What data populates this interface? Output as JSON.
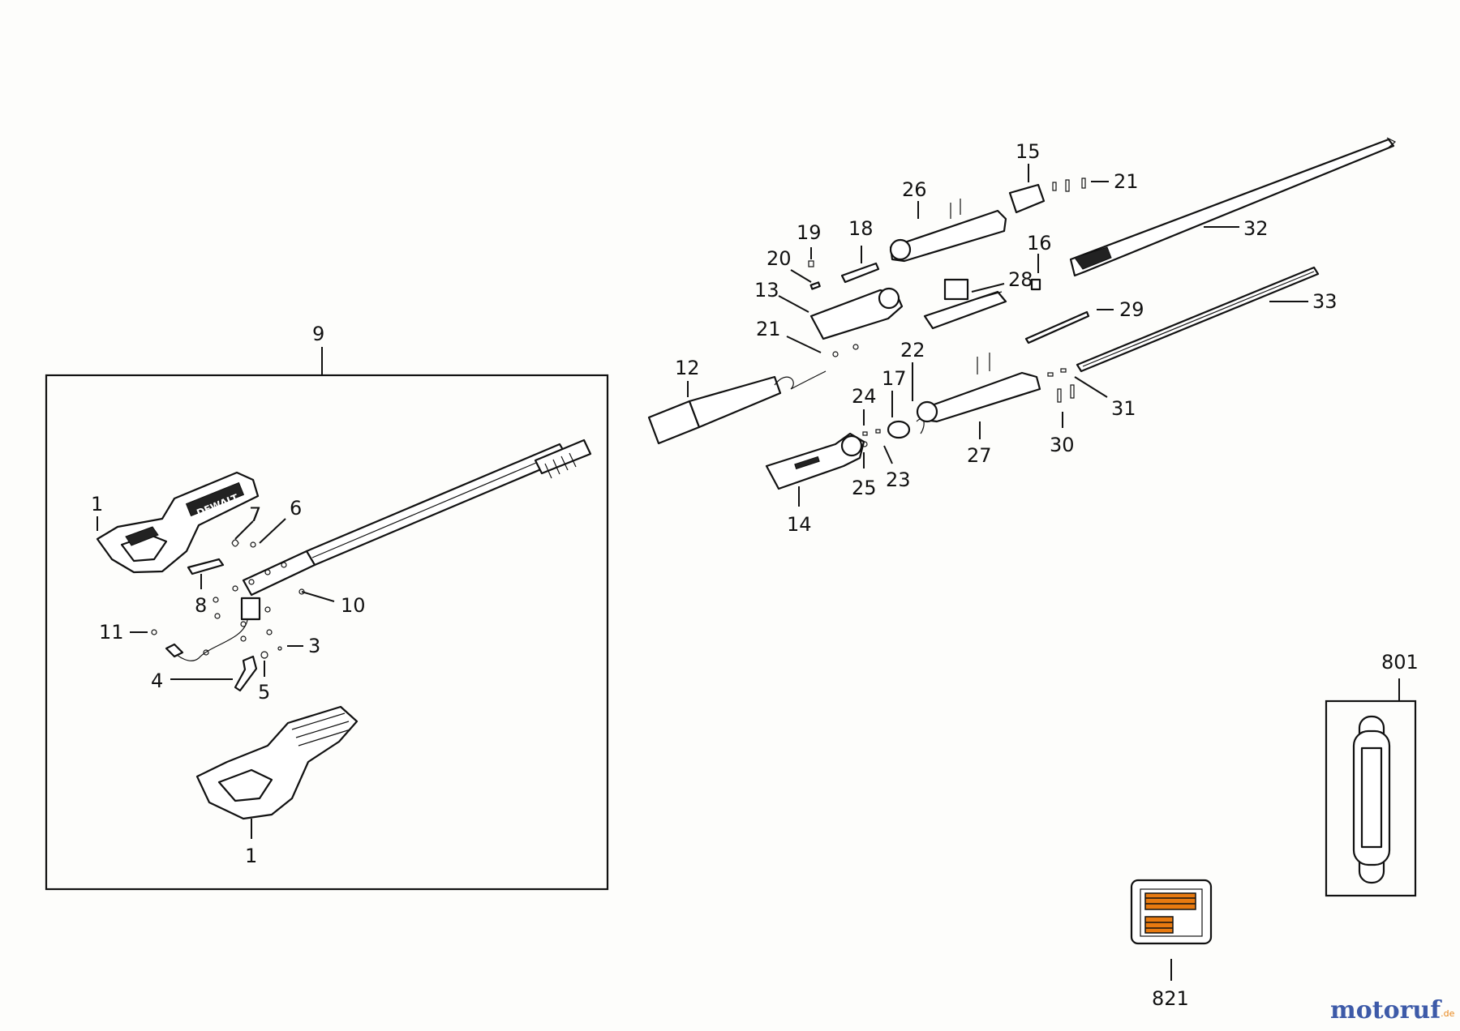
{
  "diagram": {
    "callouts": {
      "c1a": "1",
      "c1b": "1",
      "c3": "3",
      "c4": "4",
      "c5": "5",
      "c6": "6",
      "c7": "7",
      "c8": "8",
      "c9": "9",
      "c10": "10",
      "c11": "11",
      "c12": "12",
      "c13": "13",
      "c14": "14",
      "c15": "15",
      "c16": "16",
      "c17": "17",
      "c18": "18",
      "c19": "19",
      "c20": "20",
      "c21a": "21",
      "c21b": "21",
      "c22": "22",
      "c23": "23",
      "c24": "24",
      "c25": "25",
      "c26": "26",
      "c27": "27",
      "c28": "28",
      "c29": "29",
      "c30": "30",
      "c31": "31",
      "c32": "32",
      "c33": "33",
      "c801": "801",
      "c821": "821"
    },
    "handle_brand": "DEWALT",
    "colors": {
      "line": "#111111",
      "accent": "#e87a10",
      "watermark_blue": "#3d5aa8",
      "watermark_orange": "#e8861a"
    }
  },
  "watermark": {
    "brand": "motoruf",
    "suffix": ".de"
  }
}
